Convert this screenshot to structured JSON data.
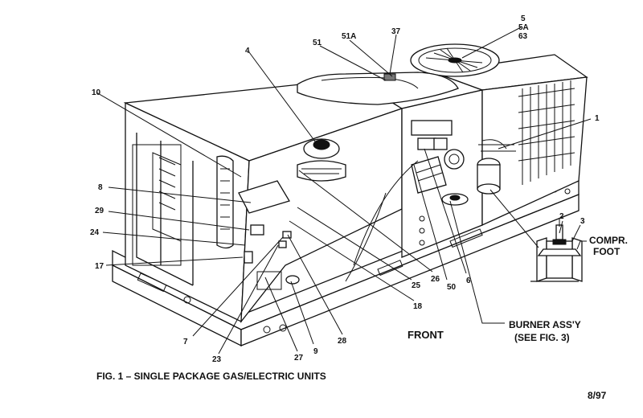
{
  "figure": {
    "caption": "FIG. 1 – SINGLE PACKAGE GAS/ELECTRIC UNITS",
    "date": "8/97",
    "front_label": "FRONT"
  },
  "callouts": {
    "c1": "1",
    "c4": "4",
    "c5": "5",
    "c5a": "5A",
    "c63": "63",
    "c10": "10",
    "c37": "37",
    "c51": "51",
    "c51a": "51A",
    "c8": "8",
    "c29": "29",
    "c24": "24",
    "c17": "17",
    "c7": "7",
    "c23": "23",
    "c27": "27",
    "c9": "9",
    "c28": "28",
    "c18": "18",
    "c25": "25",
    "c26": "26",
    "c50": "50",
    "c6": "6",
    "c2": "2",
    "c3": "3"
  },
  "notes": {
    "compr_line1": "COMPR.",
    "compr_line2": "FOOT",
    "burner_line1": "BURNER ASS'Y",
    "burner_line2": "(SEE FIG. 3)"
  }
}
